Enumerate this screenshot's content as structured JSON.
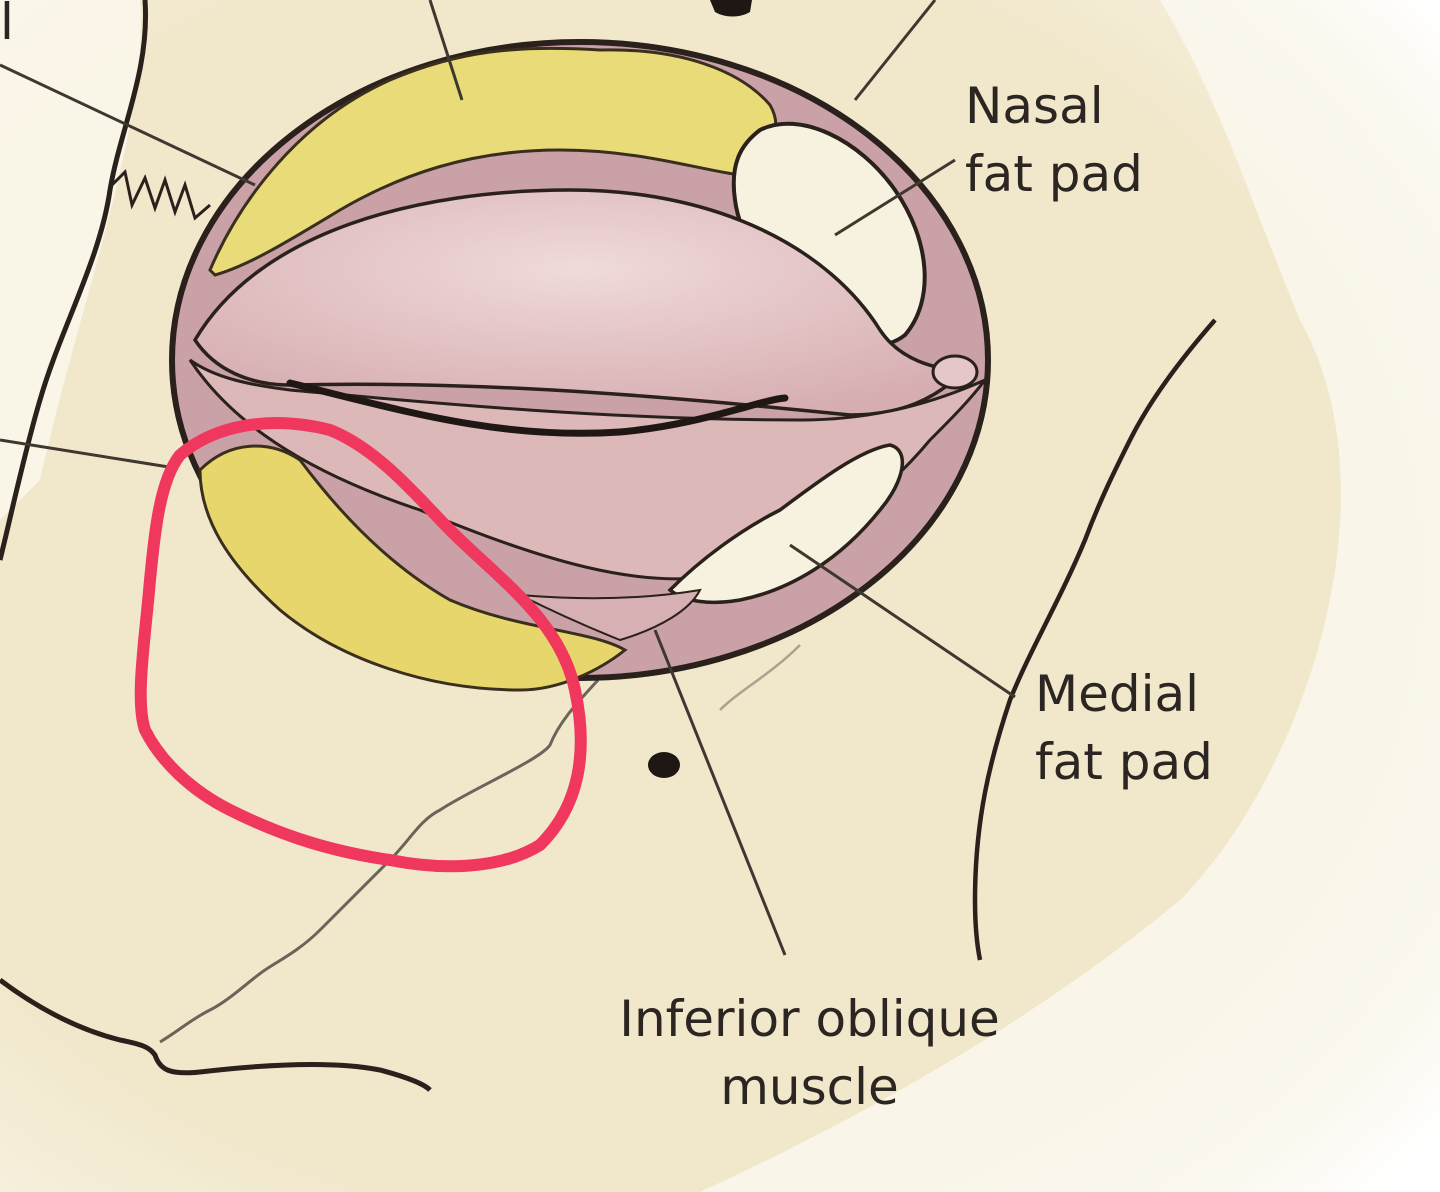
{
  "figure": {
    "subject": "Orbital fat pads (anterior view, orbital septum)",
    "colors": {
      "skin_background": "#f1e8cc",
      "outer_fade": "#ffffff",
      "orbital_rim_pink": "#c9a1a6",
      "eyelid_pink": "#e2c3c2",
      "yellow_fat": "#e9dc78",
      "white_fat": "#f6f2df",
      "outline": "#2a211c",
      "annotation_red": "#f0385f"
    },
    "labels": {
      "top_left_partial": "l",
      "nasal_fat_pad": [
        "Nasal",
        "fat pad"
      ],
      "medial_fat_pad": [
        "Medial",
        "fat pad"
      ],
      "inferior_oblique_muscle": [
        "Inferior oblique",
        "muscle"
      ]
    },
    "annotation": {
      "type": "hand-drawn circle",
      "color": "#f0385f",
      "encloses": "lower lateral (yellow) fat pad region below the eye"
    }
  }
}
